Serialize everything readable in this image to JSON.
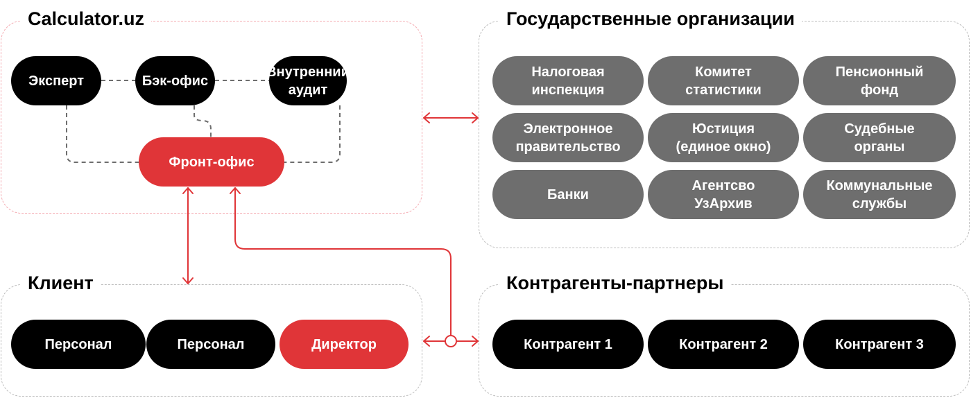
{
  "colors": {
    "accent_red": "#e03538",
    "node_black": "#000000",
    "node_gray": "#6e6e6e",
    "connector_gray": "#6e6e6e",
    "border_red": "#f4a9b0",
    "border_gray": "#bdbdbd"
  },
  "calculator": {
    "title": "Calculator.uz",
    "expert": "Эксперт",
    "back_office": "Бэк-офис",
    "internal_audit": "Внутренний\nаудит",
    "front_office": "Фронт-офис"
  },
  "government": {
    "title": "Государственные организации",
    "items": [
      "Налоговая\nинспекция",
      "Комитет\nстатистики",
      "Пенсионный\nфонд",
      "Электронное\nправительство",
      "Юстиция\n(единое окно)",
      "Судебные\nорганы",
      "Банки",
      "Агентсво\nУзАрхив",
      "Коммунальные\nслужбы"
    ]
  },
  "client": {
    "title": "Клиент",
    "items": [
      "Персонал",
      "Персонал",
      "Директор"
    ]
  },
  "partners": {
    "title": "Контрагенты-партнеры",
    "items": [
      "Контрагент 1",
      "Контрагент 2",
      "Контрагент 3"
    ]
  },
  "icons": {
    "bidirectional_arrow": "double-headed-arrow",
    "junction": "circle-junction"
  }
}
